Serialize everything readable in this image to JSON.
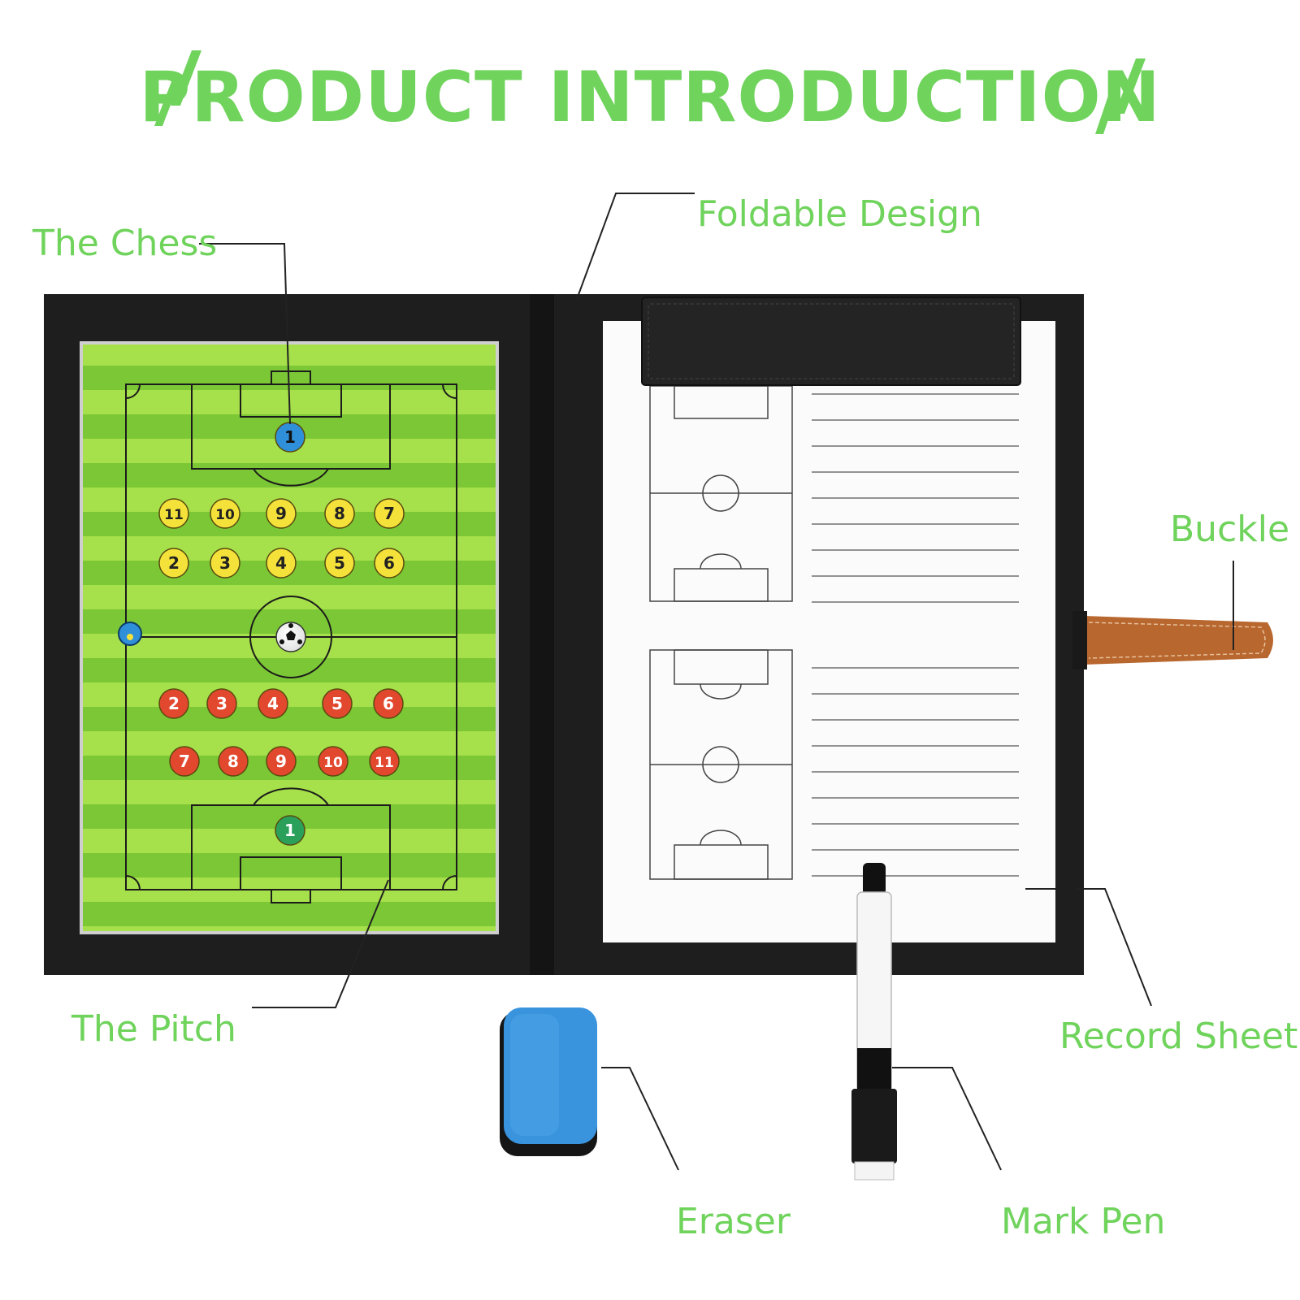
{
  "title": "PRODUCT INTRODUCTION",
  "colors": {
    "accent": "#6fd35c",
    "folder": "#1c1c1c",
    "pitch_light": "#a6e04a",
    "pitch_dark": "#7cc735",
    "chip_yellow": "#f4e23a",
    "chip_red": "#e2482e",
    "chip_blue": "#2f8fd8",
    "chip_green": "#2aa05a",
    "strap": "#b8672f",
    "eraser_foam": "#3a93dd"
  },
  "labels": {
    "chess": "The Chess",
    "foldable": "Foldable Design",
    "buckle": "Buckle",
    "pitch": "The Pitch",
    "record": "Record Sheet",
    "eraser": "Eraser",
    "pen": "Mark Pen"
  },
  "board": {
    "yellow_row1": [
      "11",
      "10",
      "9",
      "8",
      "7"
    ],
    "yellow_row2": [
      "2",
      "3",
      "4",
      "5",
      "6"
    ],
    "red_row1": [
      "2",
      "3",
      "4",
      "5",
      "6"
    ],
    "red_row2": [
      "7",
      "8",
      "9",
      "10",
      "11"
    ],
    "top_keeper": "1",
    "bottom_keeper": "1"
  },
  "icons": [
    "slash-deco-icon",
    "soccer-ball-icon",
    "referee-chip-icon"
  ]
}
